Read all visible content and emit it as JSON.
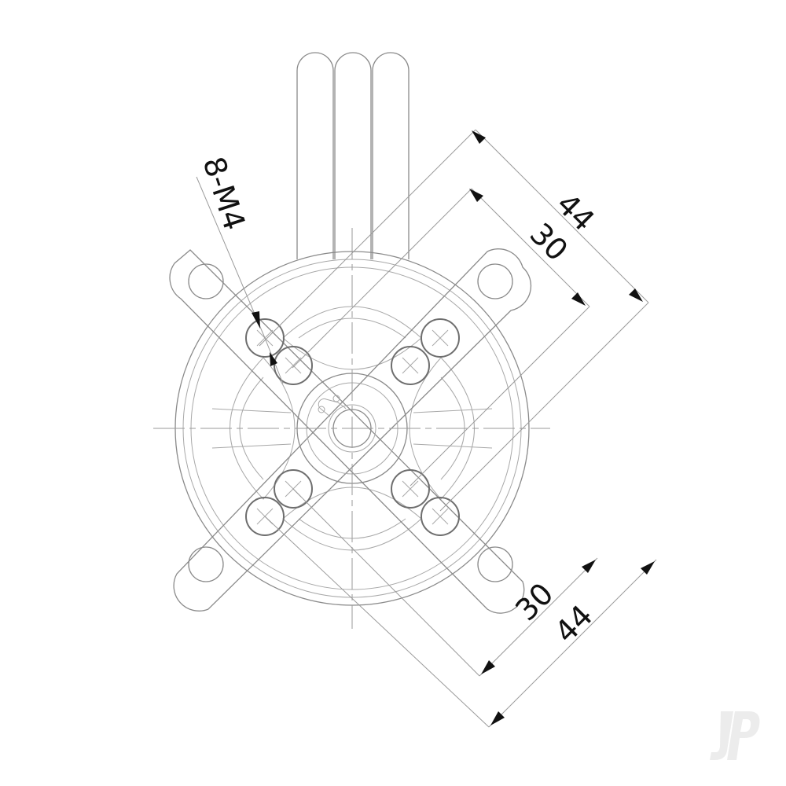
{
  "drawing": {
    "subject": "Brushless outrunner motor with X-mount, front view",
    "annotations": {
      "hole_callout": "8-M4",
      "inner_dimension_top": "30",
      "outer_dimension_top": "44",
      "inner_dimension_bottom": "30",
      "outer_dimension_bottom": "44"
    },
    "watermark": "JP",
    "colors": {
      "line": "#8a8a8a",
      "dimension_text": "#111111",
      "background": "#ffffff",
      "watermark": "#ececec"
    }
  }
}
